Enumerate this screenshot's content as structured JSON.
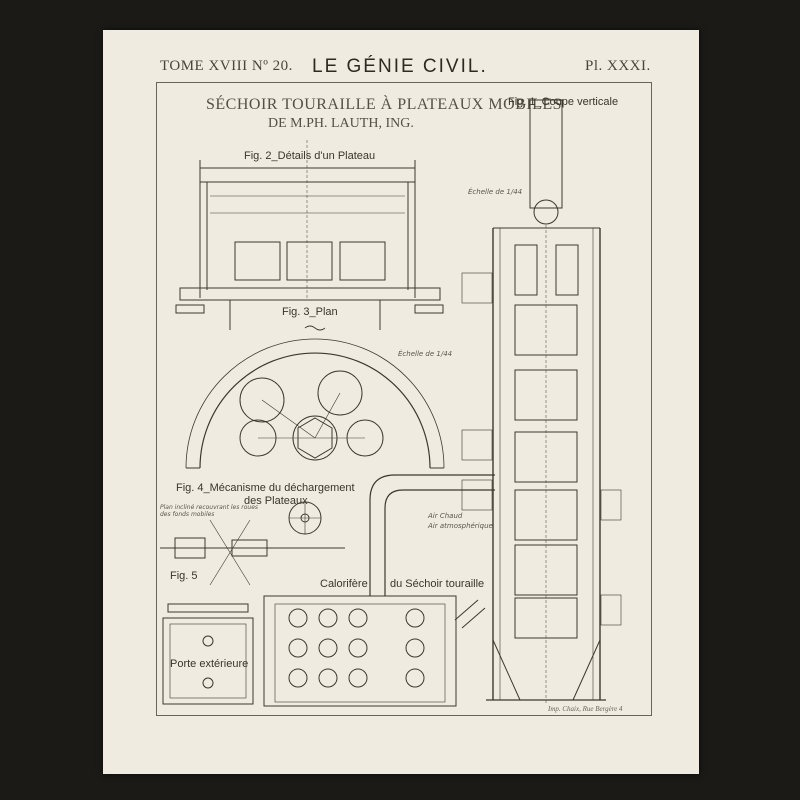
{
  "header": {
    "volume": "TOME XVIII Nº 20.",
    "journal": "LE GÉNIE CIVIL.",
    "plate": "Pl. XXXI."
  },
  "title": {
    "line1": "SÉCHOIR TOURAILLE À PLATEAUX MOBILES",
    "line2": "DE M.PH. LAUTH, ING."
  },
  "figures": {
    "fig1": "Fig. 1_Coupe verticale",
    "fig2": "Fig. 2_Détails d'un Plateau",
    "fig3": "Fig. 3_Plan",
    "fig4_line1": "Fig. 4_Mécanisme du déchargement",
    "fig4_line2": "des Plateaux",
    "fig5": "Fig. 5",
    "porte": "Porte extérieure",
    "calorifere": "Calorifère",
    "sechoir": "du Séchoir touraille"
  },
  "annotations": {
    "echelle_fig1": "Échelle de 1/44",
    "echelle_fig3": "Échelle de 1/44",
    "air_chaud": "Air Chaud",
    "air_atmospherique": "Air atmosphérique",
    "plan_incline": "Plan incliné recouvrant les roues des fonds mobiles"
  },
  "footer": {
    "imprint": "Imp. Chaix, Rue Bergère 4"
  },
  "colors": {
    "paper": "#efebe0",
    "ink": "#3a352c",
    "background": "#1b1a17"
  }
}
